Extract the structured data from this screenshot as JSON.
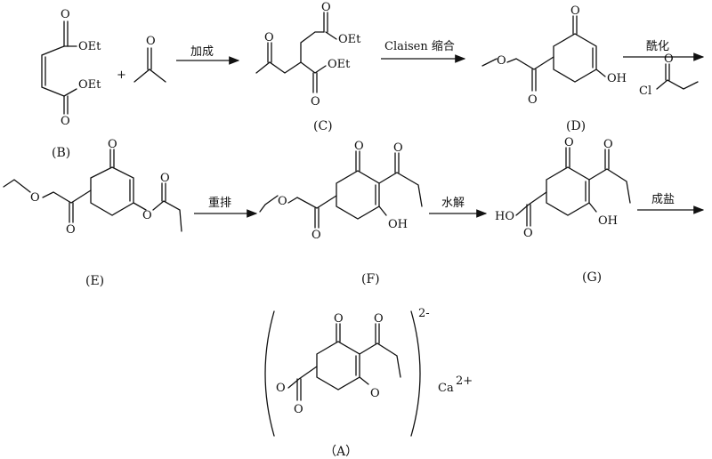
{
  "atoms": {
    "oet": "OEt",
    "o": "O",
    "oh": "OH",
    "ho": "HO",
    "cl": "Cl",
    "ca": "Ca"
  },
  "signs": {
    "plus": "+",
    "charge": "2-",
    "ca_charge": "2+"
  },
  "conditions": {
    "addition": "加成",
    "claisen": "Claisen 缩合",
    "acylation": "酰化",
    "rearrangement": "重排",
    "hydrolysis": "水解",
    "salt": "成盐"
  },
  "compounds": {
    "B": "(B)",
    "C": "(C)",
    "D": "(D)",
    "E": "(E)",
    "F": "(F)",
    "G": "(G)",
    "A": "（A）"
  }
}
